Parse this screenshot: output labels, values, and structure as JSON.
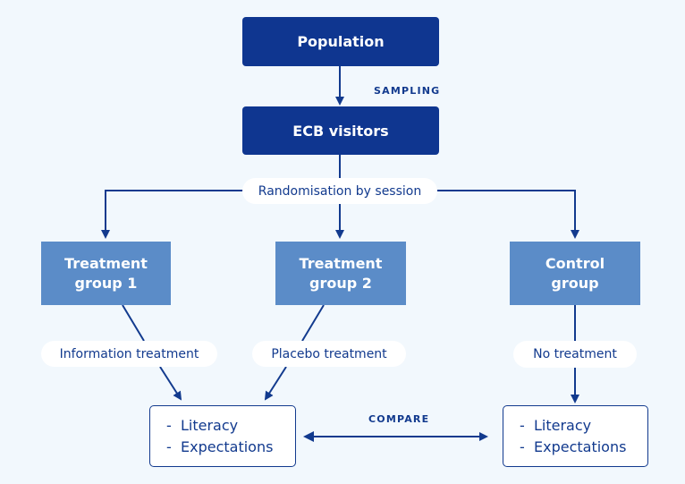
{
  "colors": {
    "background": "#f2f8fd",
    "primary_dark": "#0f3690",
    "group_fill": "#5b8cc8",
    "line": "#123a8e",
    "pill_fill": "#ffffff"
  },
  "nodes": {
    "population": "Population",
    "ecb_visitors": "ECB visitors",
    "randomisation": "Randomisation by session",
    "treatment_group_1": [
      "Treatment",
      "group 1"
    ],
    "treatment_group_2": [
      "Treatment",
      "group 2"
    ],
    "control_group": [
      "Control",
      "group"
    ],
    "information_treatment": "Information treatment",
    "placebo_treatment": "Placebo treatment",
    "no_treatment": "No treatment",
    "outcome_left": [
      "Literacy",
      "Expectations"
    ],
    "outcome_right": [
      "Literacy",
      "Expectations"
    ]
  },
  "edge_labels": {
    "sampling": "SAMPLING",
    "compare": "COMPARE"
  }
}
